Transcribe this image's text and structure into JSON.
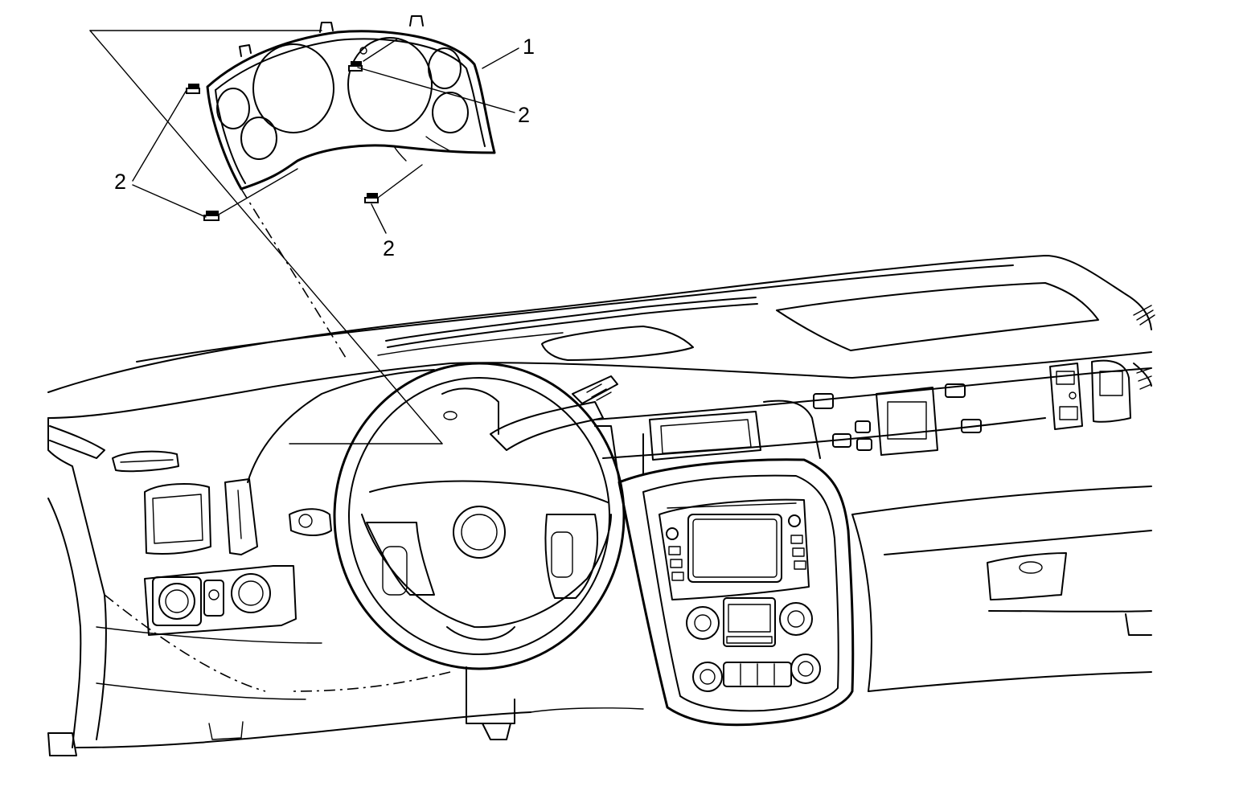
{
  "diagram": {
    "callouts": [
      {
        "id": "c1",
        "label": "1"
      },
      {
        "id": "c2a",
        "label": "2"
      },
      {
        "id": "c2b",
        "label": "2"
      },
      {
        "id": "c2c",
        "label": "2"
      }
    ],
    "components": {
      "cluster": "instrument-cluster",
      "retainer": "retainer-clip",
      "panel": "instrument-panel"
    }
  }
}
